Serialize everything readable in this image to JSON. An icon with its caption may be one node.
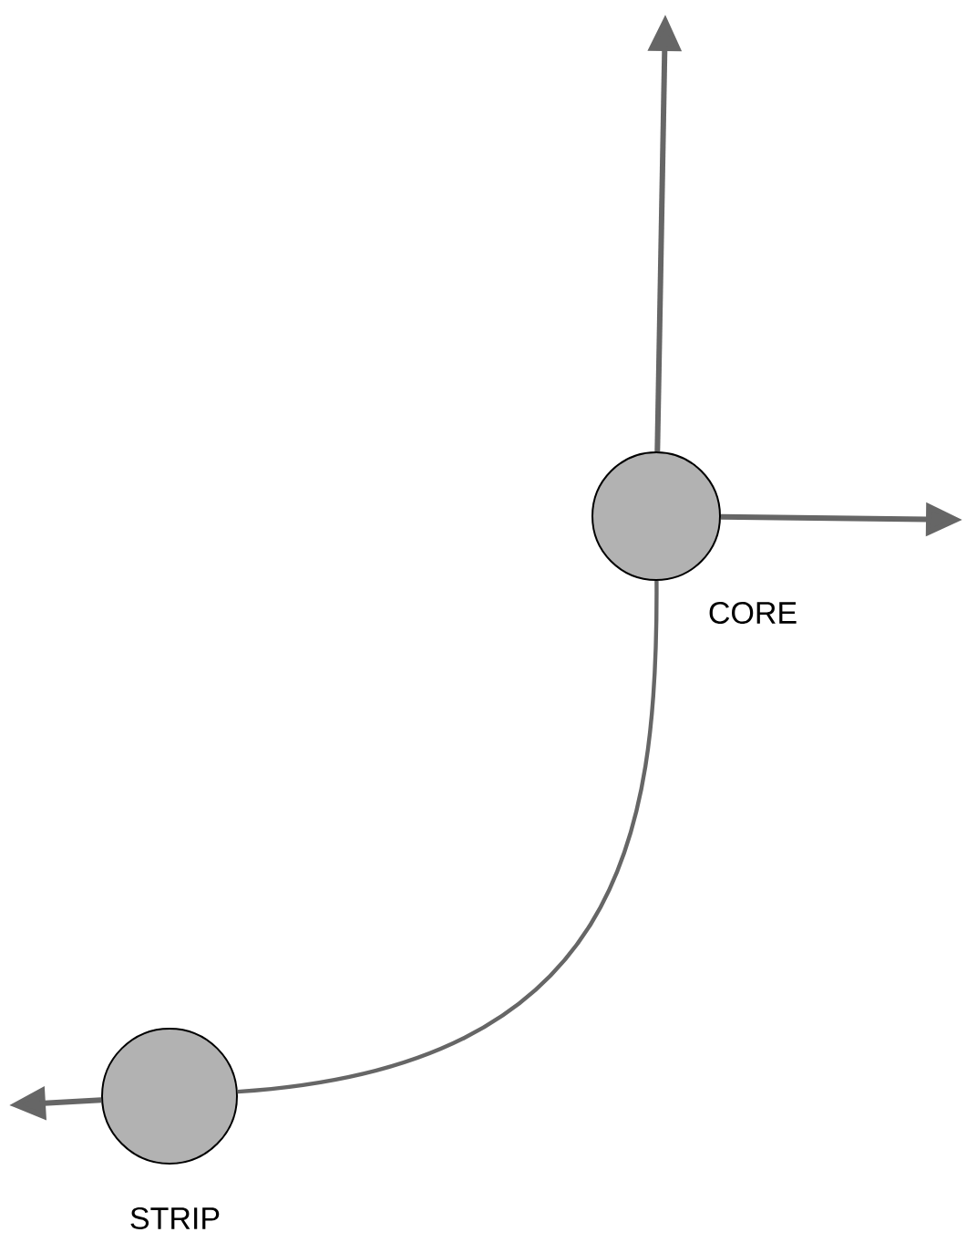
{
  "diagram": {
    "nodes": [
      {
        "text": [],
        "shape": "circle",
        "beside": [
          "CORE"
        ]
      },
      {
        "text": [],
        "shape": "circle",
        "beside": [
          "STRIP"
        ]
      }
    ],
    "edges": [
      {
        "from": 0,
        "to": null,
        "arrow": "to"
      },
      {
        "from": 0,
        "to": null,
        "arrow": "to"
      },
      {
        "from": 0,
        "to": 1,
        "arrow": "none"
      },
      {
        "from": 1,
        "to": null,
        "arrow": "to"
      }
    ]
  }
}
